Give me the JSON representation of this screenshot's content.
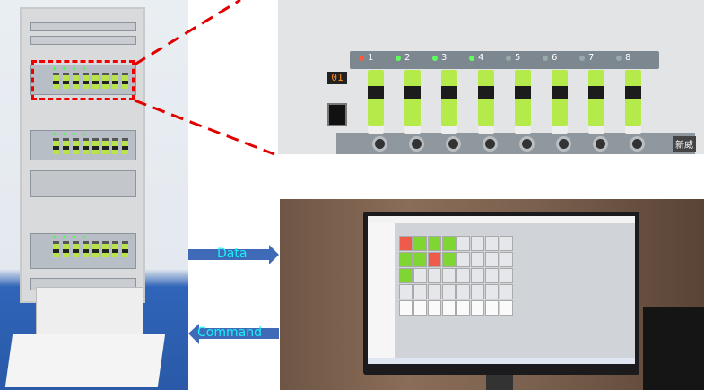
{
  "figure": {
    "arrows": {
      "data_label": "Data",
      "command_label": "Command"
    },
    "colors": {
      "arrow_fill": "#3f6ab8",
      "arrow_text": "#19f0f5",
      "callout": "#e00000",
      "battery": "#b4ea4a"
    },
    "closeup": {
      "channels": [
        "1",
        "2",
        "3",
        "4",
        "5",
        "6",
        "7",
        "8"
      ],
      "channel_leds": [
        "red",
        "green",
        "green",
        "green",
        "off",
        "off",
        "off",
        "off"
      ],
      "display": "01",
      "logo": "新威"
    },
    "monitor_grid": [
      [
        "red",
        "green",
        "green",
        "green",
        "gray",
        "gray",
        "gray",
        "gray"
      ],
      [
        "green",
        "green",
        "red",
        "green",
        "gray",
        "gray",
        "gray",
        "gray"
      ],
      [
        "green",
        "gray",
        "gray",
        "gray",
        "gray",
        "gray",
        "gray",
        "gray"
      ],
      [
        "gray",
        "gray",
        "gray",
        "gray",
        "gray",
        "gray",
        "gray",
        "gray"
      ],
      [
        "white",
        "white",
        "white",
        "white",
        "white",
        "white",
        "white",
        "white"
      ]
    ]
  }
}
